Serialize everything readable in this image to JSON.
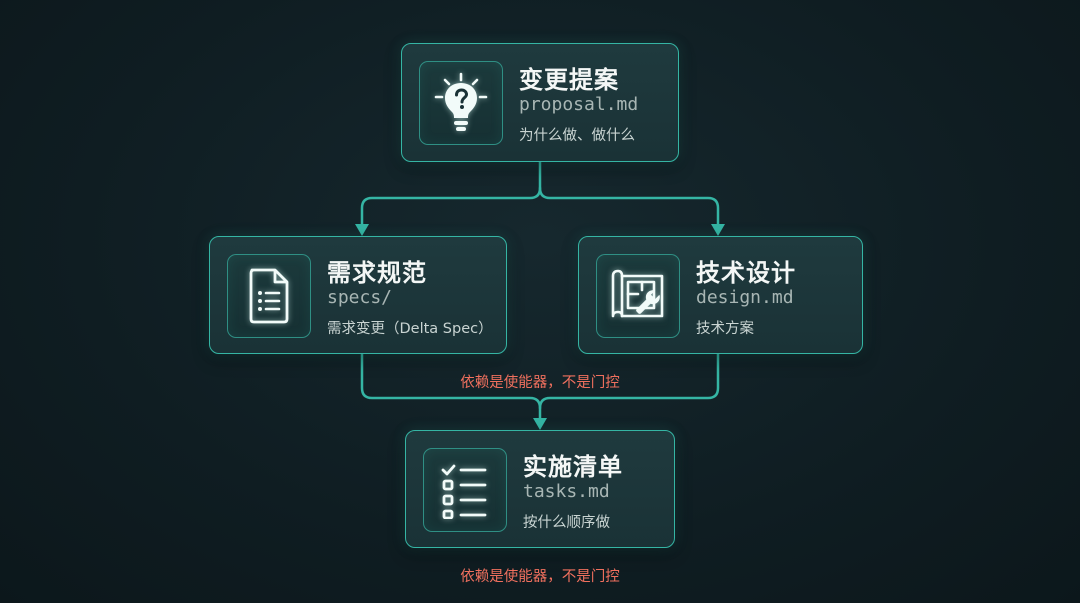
{
  "colors": {
    "accent": "#35b5a4",
    "note": "#f0705e",
    "background": "#11212a"
  },
  "nodes": {
    "proposal": {
      "title": "变更提案",
      "file": "proposal.md",
      "desc": "为什么做、做什么",
      "icon": "lightbulb-question-icon"
    },
    "specs": {
      "title": "需求规范",
      "file": "specs/",
      "desc": "需求变更（Delta Spec）",
      "icon": "document-list-icon"
    },
    "design": {
      "title": "技术设计",
      "file": "design.md",
      "desc": "技术方案",
      "icon": "blueprint-wrench-icon"
    },
    "tasks": {
      "title": "实施清单",
      "file": "tasks.md",
      "desc": "按什么顺序做",
      "icon": "checklist-icon"
    }
  },
  "notes": {
    "middle": "依赖是使能器，不是门控",
    "bottom": "依赖是使能器，不是门控"
  },
  "edges": [
    {
      "from": "proposal",
      "to": "specs"
    },
    {
      "from": "proposal",
      "to": "design"
    },
    {
      "from": "specs",
      "to": "tasks"
    },
    {
      "from": "design",
      "to": "tasks"
    }
  ]
}
